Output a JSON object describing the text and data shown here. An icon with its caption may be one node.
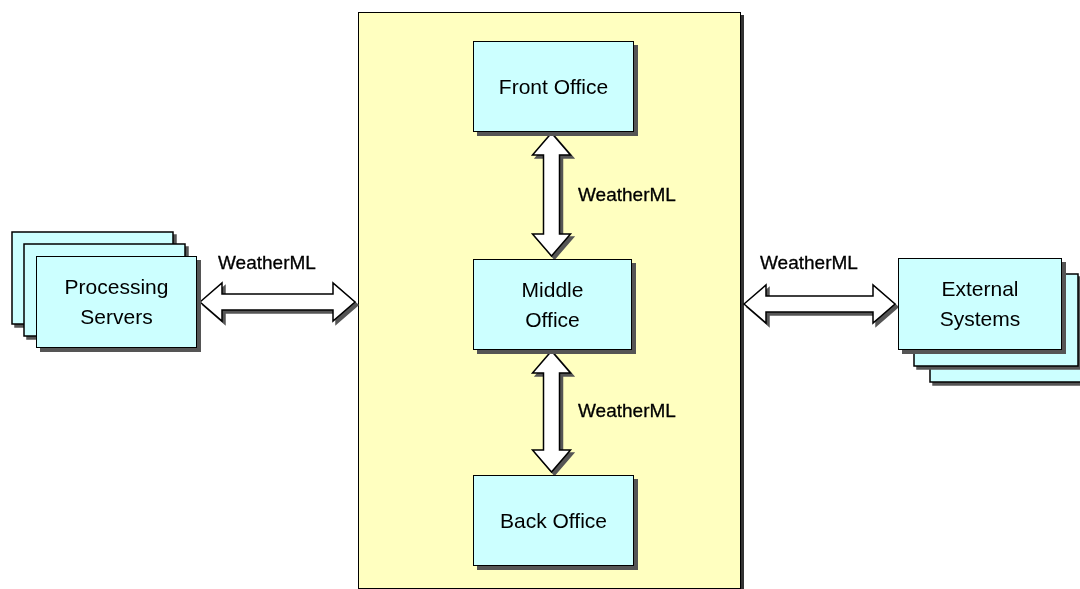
{
  "diagram": {
    "nodes": [
      {
        "text": [],
        "shape": "box"
      },
      {
        "text": [
          "Front Office"
        ],
        "in": 0
      },
      {
        "text": [
          "Middle Office"
        ],
        "in": 0
      },
      {
        "text": [
          "Back Office"
        ],
        "in": 0
      },
      {
        "text": [
          "Processing Servers"
        ]
      },
      {
        "text": [
          "External Systems"
        ]
      }
    ],
    "edges": [
      {
        "from": 4,
        "to": 0,
        "arrow": "both",
        "label": "WeatherML"
      },
      {
        "from": 1,
        "to": 2,
        "arrow": "both",
        "label": "WeatherML"
      },
      {
        "from": 2,
        "to": 3,
        "arrow": "both",
        "label": "WeatherML"
      },
      {
        "from": 0,
        "to": 5,
        "arrow": "both",
        "label": "WeatherML"
      }
    ]
  }
}
